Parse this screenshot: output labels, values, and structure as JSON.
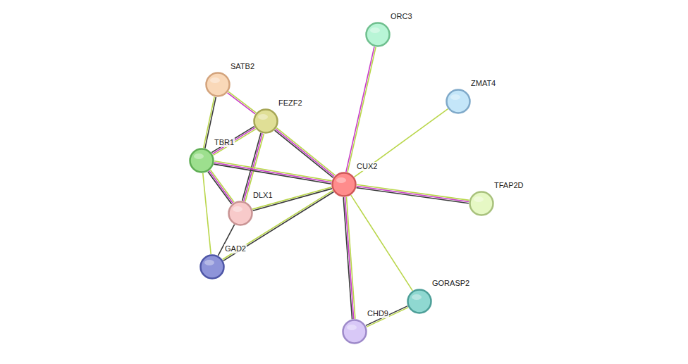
{
  "diagram": {
    "nodes": [
      {
        "text": [
          "ORC3"
        ]
      },
      {
        "text": [
          "SATB2"
        ]
      },
      {
        "text": [
          "ZMAT4"
        ]
      },
      {
        "text": [
          "FEZF2"
        ]
      },
      {
        "text": [
          "TBR1"
        ]
      },
      {
        "text": [
          "CUX2"
        ]
      },
      {
        "text": [
          "DLX1"
        ]
      },
      {
        "text": [
          "TFAP2D"
        ]
      },
      {
        "text": [
          "GAD2"
        ]
      },
      {
        "text": [
          "GORASP2"
        ]
      },
      {
        "text": [
          "CHD9"
        ]
      }
    ],
    "edges": [
      {
        "from": 0,
        "to": 5,
        "arrow": "none"
      },
      {
        "from": 2,
        "to": 5,
        "arrow": "none"
      },
      {
        "from": 1,
        "to": 3,
        "arrow": "none"
      },
      {
        "from": 1,
        "to": 4,
        "arrow": "none"
      },
      {
        "from": 3,
        "to": 4,
        "arrow": "none"
      },
      {
        "from": 3,
        "to": 5,
        "arrow": "none"
      },
      {
        "from": 3,
        "to": 6,
        "arrow": "none"
      },
      {
        "from": 4,
        "to": 5,
        "arrow": "none"
      },
      {
        "from": 4,
        "to": 6,
        "arrow": "none"
      },
      {
        "from": 4,
        "to": 8,
        "arrow": "none"
      },
      {
        "from": 6,
        "to": 5,
        "arrow": "none"
      },
      {
        "from": 6,
        "to": 8,
        "arrow": "none"
      },
      {
        "from": 8,
        "to": 5,
        "arrow": "none"
      },
      {
        "from": 5,
        "to": 7,
        "arrow": "none"
      },
      {
        "from": 5,
        "to": 10,
        "arrow": "none"
      },
      {
        "from": 5,
        "to": 9,
        "arrow": "none"
      },
      {
        "from": 9,
        "to": 10,
        "arrow": "none"
      }
    ]
  }
}
